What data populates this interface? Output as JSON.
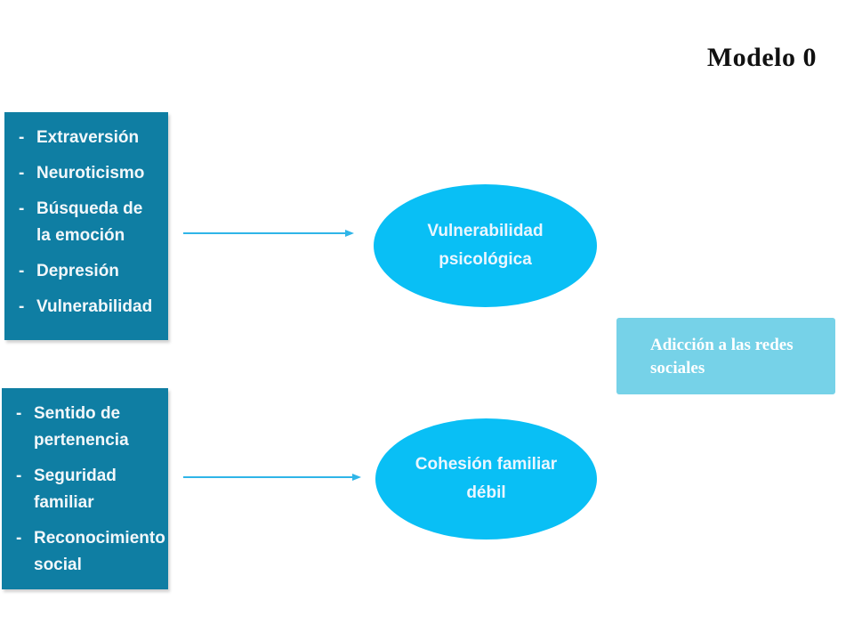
{
  "title": "Modelo 0",
  "factor_groups": [
    {
      "items": [
        "Extraversión",
        "Neuroticismo",
        "Búsqueda de la emoción",
        "Depresión",
        "Vulnerabilidad"
      ]
    },
    {
      "items": [
        "Sentido de pertenencia",
        "Seguridad familiar",
        "Reconocimiento social"
      ]
    }
  ],
  "constructs": [
    "Vulnerabilidad psicológica",
    "Cohesión familiar débil"
  ],
  "outcome": "Adicción a las redes sociales",
  "bullet": "-",
  "colors": {
    "factor_box": "#0f7ea3",
    "ellipse": "#09bff5",
    "outcome_box": "#76d2e8",
    "arrow": "#2fb5e8"
  }
}
